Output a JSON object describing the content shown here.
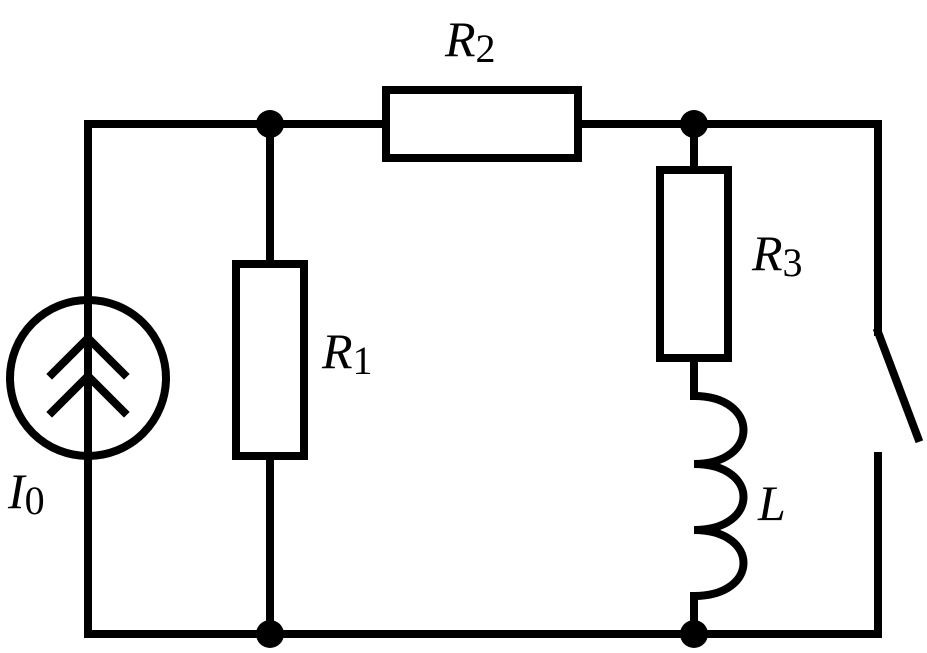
{
  "diagram": {
    "labels": {
      "source": {
        "main": "I",
        "sub": "0"
      },
      "r1": {
        "main": "R",
        "sub": "1"
      },
      "r2": {
        "main": "R",
        "sub": "2"
      },
      "r3": {
        "main": "R",
        "sub": "3"
      },
      "inductor": {
        "main": "L"
      }
    },
    "colors": {
      "stroke": "#000000",
      "background": "#ffffff"
    },
    "components": {
      "current_source": "current-source-icon",
      "resistors": [
        "resistor-icon",
        "resistor-icon",
        "resistor-icon"
      ],
      "inductor": "inductor-icon",
      "switch": "switch-icon",
      "junctions": 4
    }
  }
}
